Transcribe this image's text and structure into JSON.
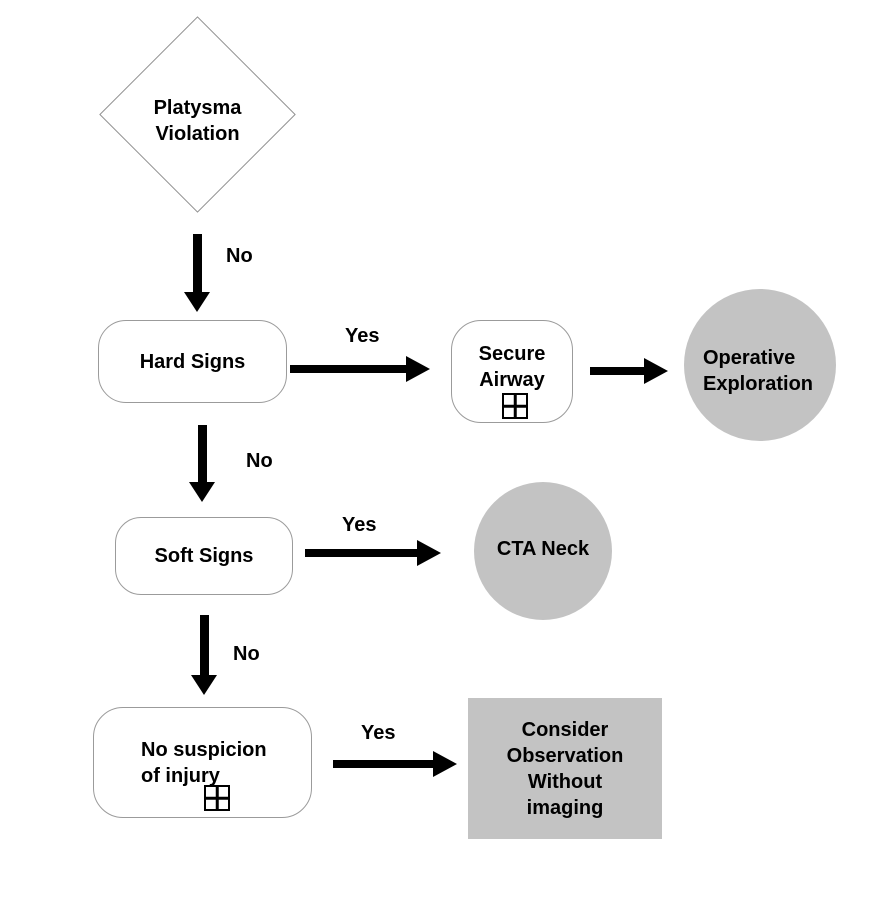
{
  "diagram": {
    "type": "flowchart",
    "topic": "Platysma Violation decision algorithm",
    "colors": {
      "background": "#ffffff",
      "node_fill_white": "#ffffff",
      "node_fill_gray": "#c3c3c3",
      "node_border_gray": "#9b9b9b",
      "diamond_border_gray": "#8f8f8f",
      "arrow_black": "#000000",
      "text_black": "#000000"
    },
    "nodes": {
      "platysma": {
        "shape": "diamond",
        "lines": [
          "Platysma",
          "Violation"
        ]
      },
      "hard_signs": {
        "shape": "rounded-box",
        "lines": [
          "Hard Signs"
        ]
      },
      "secure_airway": {
        "shape": "rounded-box",
        "lines": [
          "Secure",
          "Airway"
        ],
        "icon": "plus-box-icon"
      },
      "operative_exploration": {
        "shape": "circle",
        "lines": [
          "Operative",
          "Exploration"
        ]
      },
      "soft_signs": {
        "shape": "rounded-box",
        "lines": [
          "Soft Signs"
        ]
      },
      "cta_neck": {
        "shape": "circle",
        "lines": [
          "CTA Neck"
        ]
      },
      "no_suspicion": {
        "shape": "rounded-box",
        "lines": [
          "No suspicion",
          "of injury"
        ],
        "icon": "plus-box-icon"
      },
      "consider_observation": {
        "shape": "rectangle",
        "lines": [
          "Consider",
          "Observation",
          "Without",
          "imaging"
        ]
      }
    },
    "edges": [
      {
        "from": "platysma",
        "to": "hard_signs",
        "label": "No",
        "direction": "down"
      },
      {
        "from": "hard_signs",
        "to": "secure_airway",
        "label": "Yes",
        "direction": "right"
      },
      {
        "from": "secure_airway",
        "to": "operative_exploration",
        "label": "",
        "direction": "right"
      },
      {
        "from": "hard_signs",
        "to": "soft_signs",
        "label": "No",
        "direction": "down"
      },
      {
        "from": "soft_signs",
        "to": "cta_neck",
        "label": "Yes",
        "direction": "right"
      },
      {
        "from": "soft_signs",
        "to": "no_suspicion",
        "label": "No",
        "direction": "down"
      },
      {
        "from": "no_suspicion",
        "to": "consider_observation",
        "label": "Yes",
        "direction": "right"
      }
    ]
  }
}
